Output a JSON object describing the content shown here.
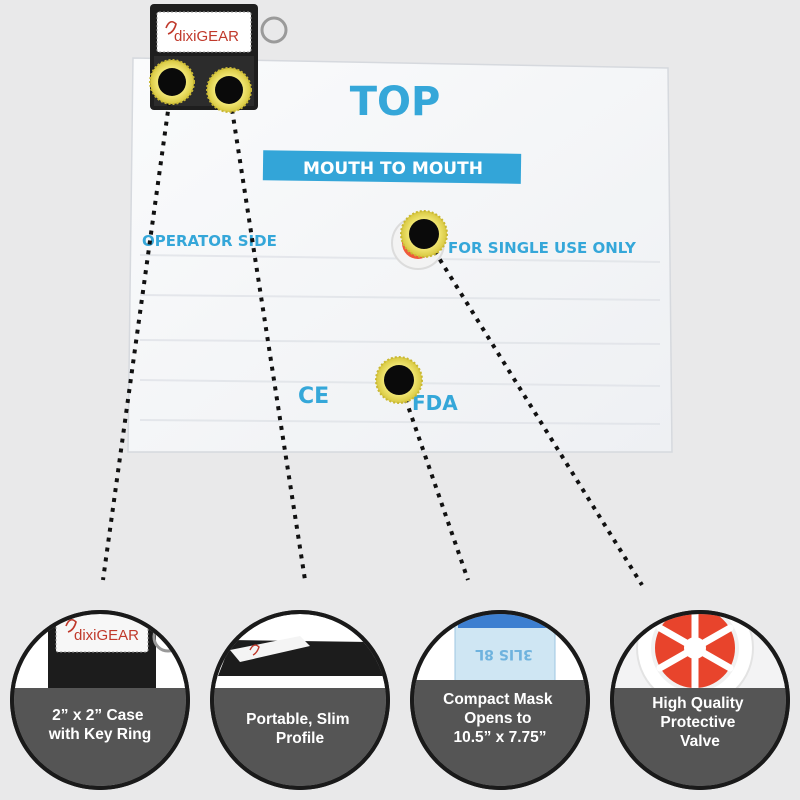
{
  "keychain": {
    "brand": "dixiGEAR"
  },
  "mask_sheet": {
    "top": "TOP",
    "banner": "MOUTH TO MOUTH",
    "operator_side": "OPERATOR SIDE",
    "single_use": "FOR SINGLE USE ONLY",
    "ce_mark": "CE",
    "fda": "FDA"
  },
  "features": [
    {
      "lines": [
        "2” x 2” Case",
        "with Key Ring"
      ],
      "brand": "dixiGEAR"
    },
    {
      "lines": [
        "Portable, Slim",
        "Profile"
      ]
    },
    {
      "lines": [
        "Compact Mask",
        "Opens to",
        "10.5” x 7.75”"
      ],
      "packet_text": "3LIS 8L"
    },
    {
      "lines": [
        "High Quality",
        "Protective",
        "Valve"
      ]
    }
  ],
  "colors": {
    "background": "#e9e9ea",
    "label_band": "#555555",
    "marker_ring": "#e6d84a",
    "sheet_text": "#35a7d9",
    "valve": "#e8442c"
  }
}
